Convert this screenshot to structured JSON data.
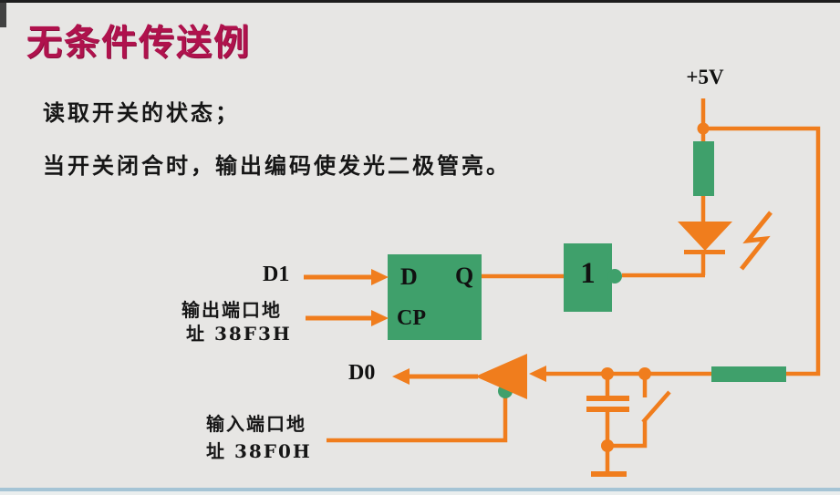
{
  "slide": {
    "title": "无条件传送例",
    "body_lines": {
      "line1": "读取开关的状态；",
      "line2": "当开关闭合时，输出编码使发光二极管亮。"
    }
  },
  "circuit": {
    "power_label": "+5V",
    "flipflop": {
      "d_pin": "D",
      "q_pin": "Q",
      "cp_pin": "CP"
    },
    "gate_label": "1",
    "d1_label": "D1",
    "d0_label": "D0",
    "output_port": {
      "line1": "输出端口地",
      "line2": "址 38F3H"
    },
    "input_port": {
      "line1": "输入端口地",
      "line2": "址 38F0H"
    },
    "components": [
      "D flip-flop",
      "driver gate 1",
      "pull-up resistor",
      "LED",
      "series resistor",
      "capacitor",
      "switch",
      "input buffer",
      "ground"
    ]
  },
  "colors": {
    "background": "#e7e6e4",
    "wire_orange": "#f07d1d",
    "component_green": "#3fa06b",
    "title_crimson": "#b0124d",
    "bottom_line_blue": "#a5c4d5",
    "text_black": "#161616"
  }
}
